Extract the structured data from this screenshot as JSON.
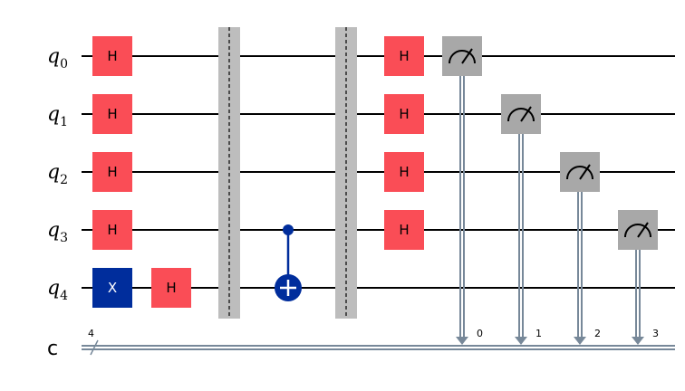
{
  "circuit": {
    "qubits": [
      "q",
      "q",
      "q",
      "q",
      "q"
    ],
    "qubit_indices": [
      "0",
      "1",
      "2",
      "3",
      "4"
    ],
    "classical_register": "c",
    "classical_size": "4",
    "gates": [
      {
        "type": "H",
        "qubit": 0,
        "column": 0
      },
      {
        "type": "H",
        "qubit": 1,
        "column": 0
      },
      {
        "type": "H",
        "qubit": 2,
        "column": 0
      },
      {
        "type": "H",
        "qubit": 3,
        "column": 0
      },
      {
        "type": "X",
        "qubit": 4,
        "column": 0
      },
      {
        "type": "H",
        "qubit": 4,
        "column": 1
      },
      {
        "type": "CX",
        "control": 3,
        "target": 4,
        "column": 3
      },
      {
        "type": "H",
        "qubit": 0,
        "column": 5
      },
      {
        "type": "H",
        "qubit": 1,
        "column": 5
      },
      {
        "type": "H",
        "qubit": 2,
        "column": 5
      },
      {
        "type": "H",
        "qubit": 3,
        "column": 5
      },
      {
        "type": "MEASURE",
        "qubit": 0,
        "bit": "0",
        "column": 6
      },
      {
        "type": "MEASURE",
        "qubit": 1,
        "bit": "1",
        "column": 7
      },
      {
        "type": "MEASURE",
        "qubit": 2,
        "bit": "2",
        "column": 8
      },
      {
        "type": "MEASURE",
        "qubit": 3,
        "bit": "3",
        "column": 9
      }
    ],
    "barriers": [
      2,
      4
    ],
    "colors": {
      "h_gate": "#fa4d56",
      "x_gate": "#002d9c",
      "cx": "#002d9c",
      "measure": "#a8a8a8",
      "barrier": "#bdbdbd",
      "classical_wire": "#778899"
    }
  }
}
